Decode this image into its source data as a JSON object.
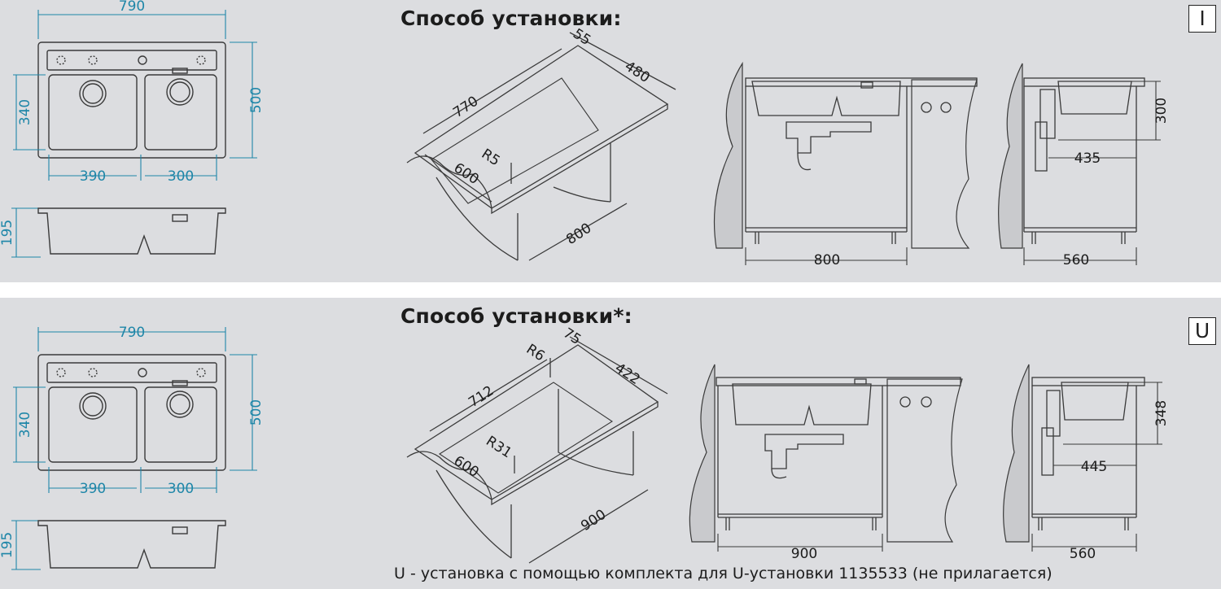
{
  "panels": [
    {
      "title": "Способ установки:",
      "badge": "I",
      "plan": {
        "width": "790",
        "depth": "500",
        "bowl_depth": "340",
        "bowl_left": "390",
        "bowl_right": "300",
        "height": "195"
      },
      "cutout": {
        "front": "600",
        "length": "770",
        "back": "55",
        "side": "480",
        "radius": "R5",
        "cabinet": "800"
      },
      "front_view": {
        "cabinet": "800"
      },
      "side_view": {
        "height": "300",
        "offset": "435",
        "cabinet": "560"
      }
    },
    {
      "title": "Способ установки*:",
      "badge": "U",
      "plan": {
        "width": "790",
        "depth": "500",
        "bowl_depth": "340",
        "bowl_left": "390",
        "bowl_right": "300",
        "height": "195"
      },
      "cutout": {
        "front": "600",
        "length": "712",
        "back": "75",
        "side": "422",
        "radius_small": "R6",
        "radius": "R31",
        "cabinet": "900"
      },
      "front_view": {
        "cabinet": "900"
      },
      "side_view": {
        "height": "348",
        "offset": "445",
        "cabinet": "560"
      }
    }
  ],
  "footnote": "U - установка с помощью комплекта для U-установки 1135533 (не прилагается)",
  "colors": {
    "background": "#dcdde0",
    "separator": "#ffffff",
    "line": "#3a3a3a",
    "dimension_blue": "#1e86a8",
    "brick": "#c9cacd"
  }
}
